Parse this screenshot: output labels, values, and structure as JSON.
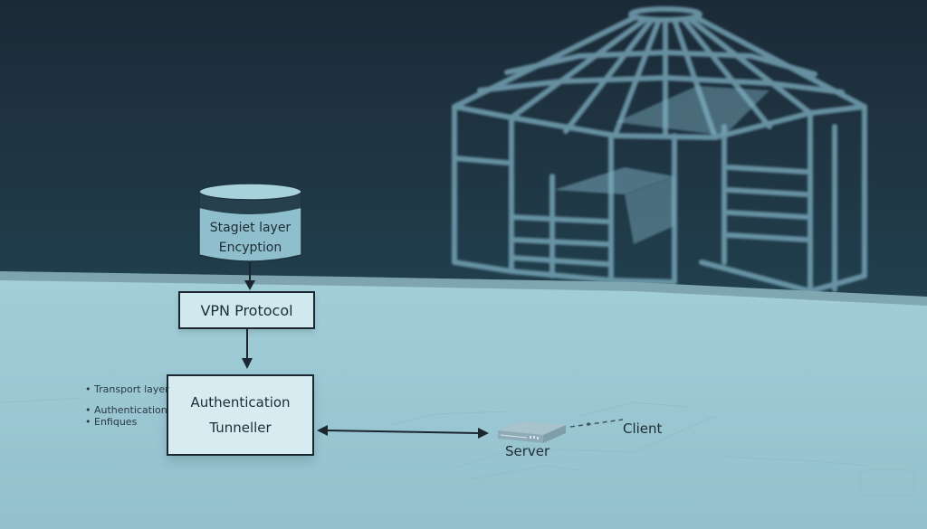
{
  "diagram": {
    "topic": "VPN architecture",
    "nodes": {
      "storage": {
        "shape": "cylinder",
        "line1": "Stagiet layer",
        "line2": "Encyption"
      },
      "vpn_protocol": {
        "shape": "rectangle",
        "label": "VPN Protocol"
      },
      "auth_tunneller": {
        "shape": "rectangle",
        "line1": "Authentication",
        "line2": "Tunneller"
      },
      "server": {
        "shape": "device",
        "label": "Server"
      },
      "client": {
        "shape": "text",
        "label": "Client"
      }
    },
    "side_notes": [
      "Transport layer",
      "Authentication",
      "Enfiques"
    ],
    "bullet_glyph": "•",
    "edges": [
      {
        "from": "storage",
        "to": "vpn_protocol",
        "style": "solid-arrow"
      },
      {
        "from": "vpn_protocol",
        "to": "auth_tunneller",
        "style": "solid-arrow"
      },
      {
        "from": "auth_tunneller",
        "to": "server",
        "style": "double-arrow"
      },
      {
        "from": "server",
        "to": "client",
        "style": "dashed"
      }
    ],
    "background_object": "wireframe-yurt"
  },
  "colors": {
    "backdrop": "#1c2f3c",
    "surface": "#a9d3dc",
    "wireframe": "#7fb0c2",
    "ink": "#1b2630",
    "cylinder_body": "#8fbfcc",
    "cylinder_band": "#26404e"
  }
}
